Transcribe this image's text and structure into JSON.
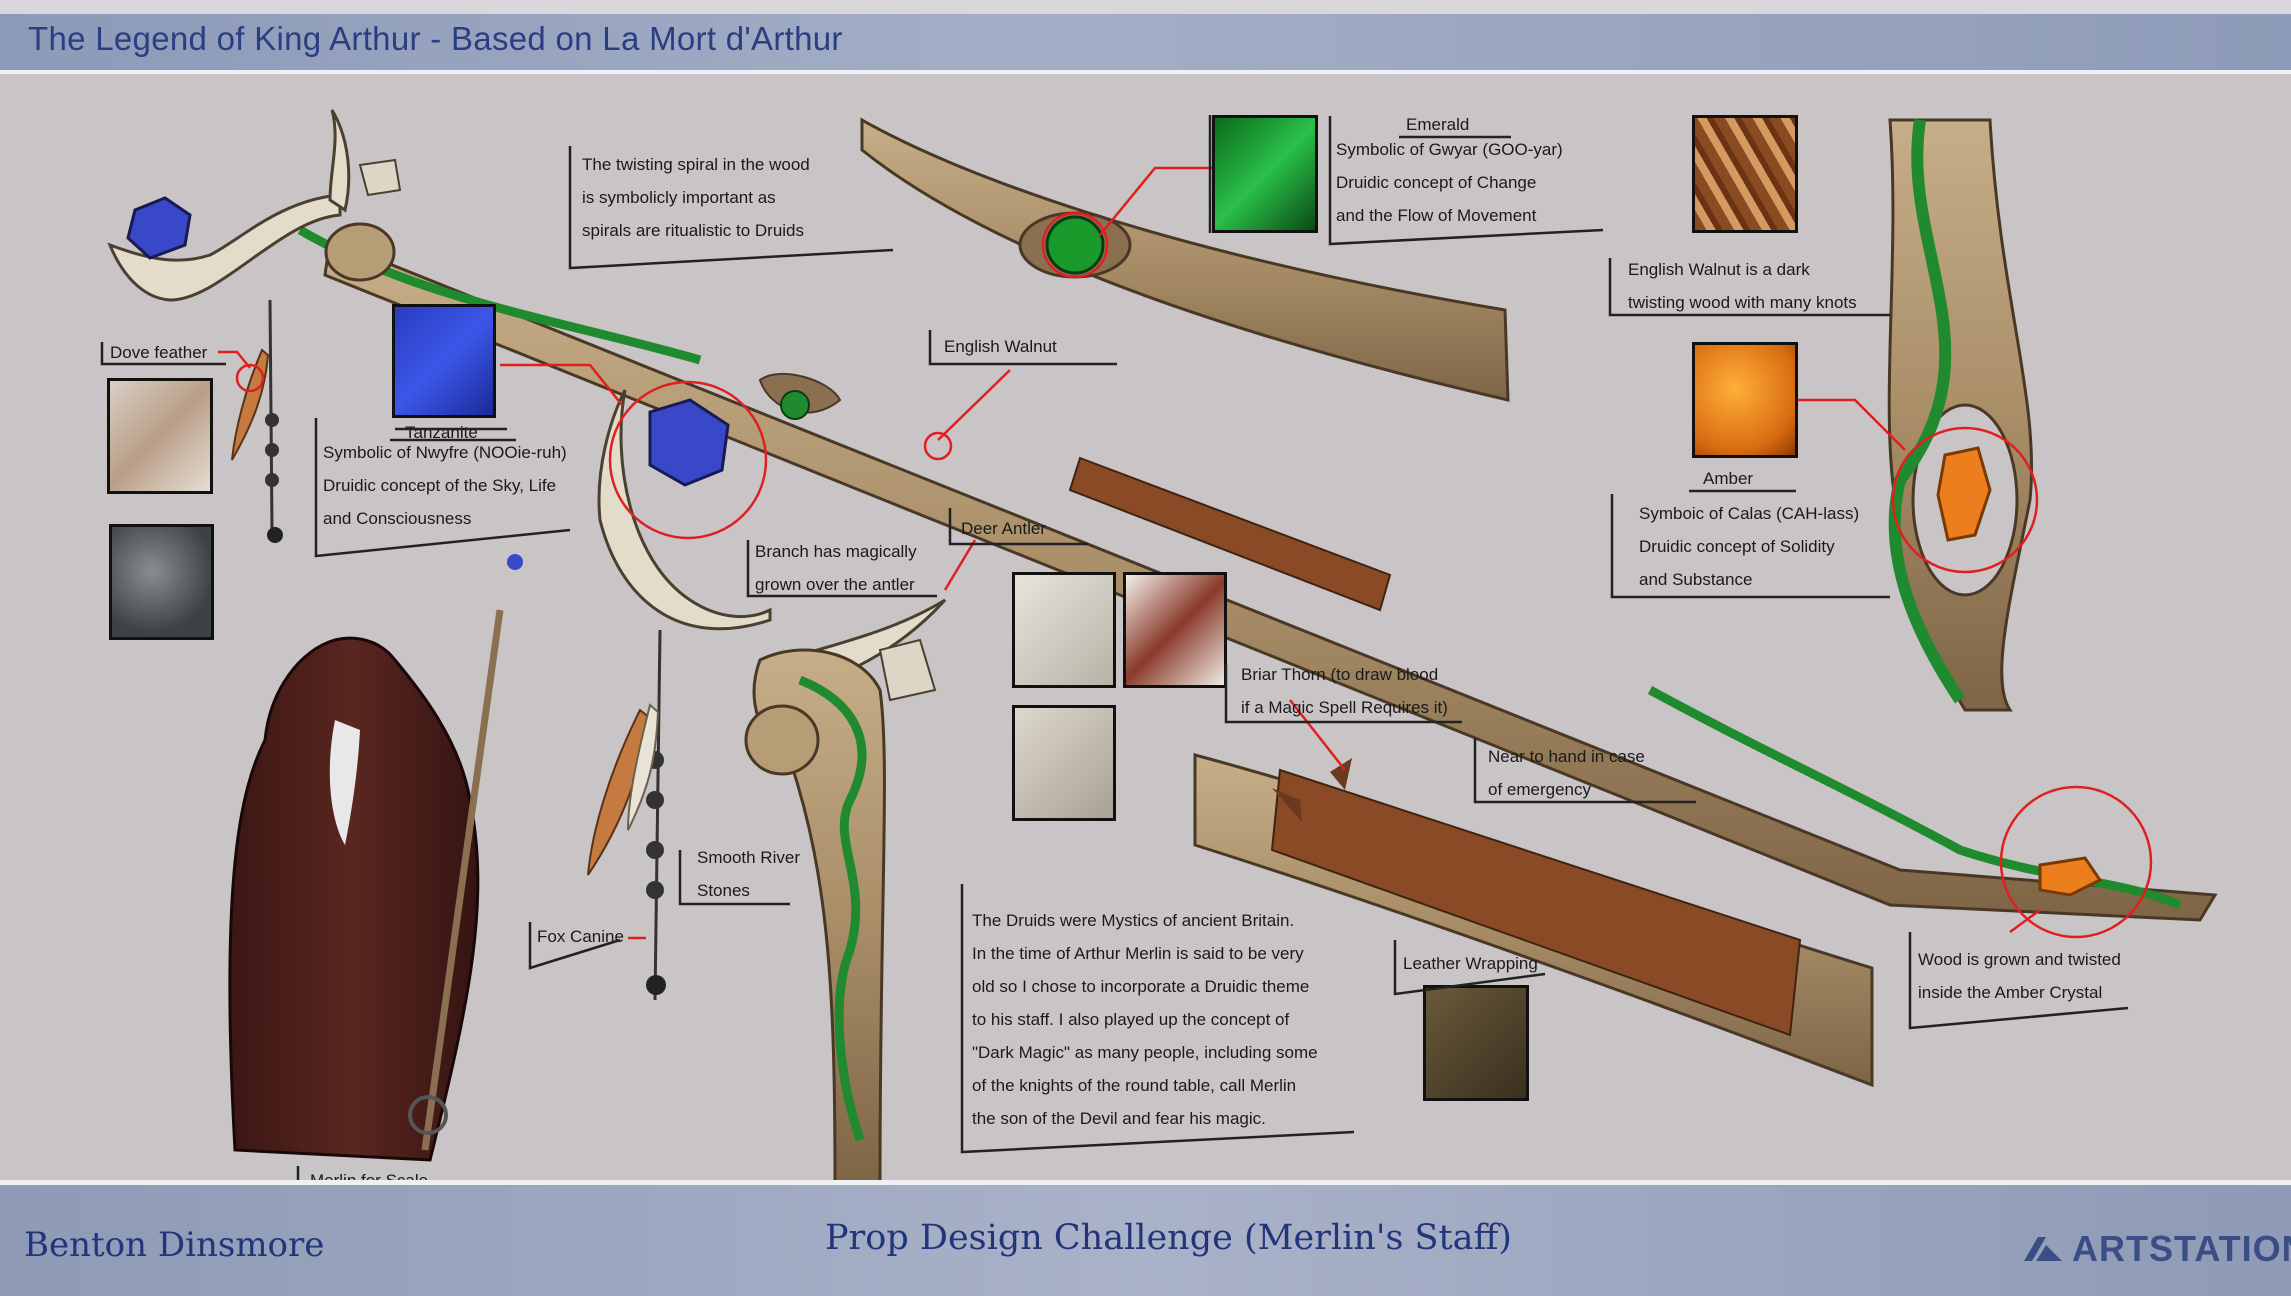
{
  "header": {
    "title": "The Legend of King Arthur - Based on La Mort d'Arthur"
  },
  "footer": {
    "author": "Benton Dinsmore",
    "challenge": "Prop Design Challenge (Merlin's Staff)",
    "brand": "ARTSTATION"
  },
  "annotations": {
    "spiral": [
      "The twisting spiral in the wood",
      "is symbolicly important as",
      "spirals are ritualistic to Druids"
    ],
    "dove": "Dove feather",
    "tanzanite": {
      "name": "Tanzanite",
      "lines": [
        "Symbolic of Nwyfre (NOOie-ruh)",
        "Druidic concept of the Sky, Life",
        "and Consciousness"
      ]
    },
    "english_walnut": "English Walnut",
    "branch": [
      "Branch has magically",
      "grown over the antler"
    ],
    "deer_antler": "Deer Antler",
    "emerald": {
      "name": "Emerald",
      "lines": [
        "Symbolic of Gwyar (GOO-yar)",
        "Druidic concept of Change",
        "and the Flow of Movement"
      ]
    },
    "walnut_desc": [
      "English Walnut is a dark",
      "twisting wood with many knots"
    ],
    "amber": {
      "name": "Amber",
      "lines": [
        "Symboic of Calas (CAH-lass)",
        "Druidic concept of Solidity",
        "and Substance"
      ]
    },
    "briar": [
      "Briar Thorn (to draw blood",
      "if a Magic Spell Requires it)"
    ],
    "near_hand": [
      "Near to hand in case",
      "of emergency"
    ],
    "river_stones": [
      "Smooth River",
      "Stones"
    ],
    "fox": "Fox Canine",
    "druids": [
      "The Druids were Mystics of ancient Britain.",
      "In the time of Arthur Merlin is said to be very",
      "old so I chose to incorporate a Druidic theme",
      "to his staff.  I also played up the concept of",
      "\"Dark Magic\" as many people, including some",
      "of the knights of the round table, call Merlin",
      "the son of the Devil and fear his magic."
    ],
    "leather": "Leather Wrapping",
    "wood_amber": [
      "Wood is grown and twisted",
      "inside the Amber Crystal"
    ],
    "merlin": "Merlin for Scale"
  },
  "colors": {
    "wood": "#a98e68",
    "vine": "#1f8a2e",
    "leather": "#8a4a25",
    "callout": "#e02020",
    "title_blue": "#2a3e82"
  }
}
